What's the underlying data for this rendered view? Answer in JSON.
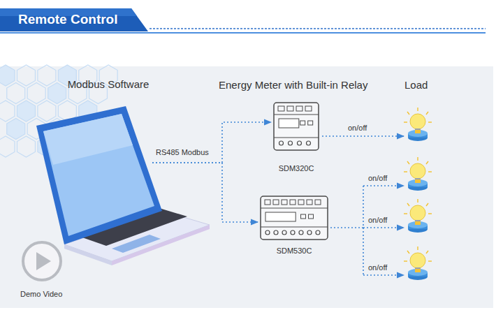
{
  "diagram": {
    "title": "Remote Control",
    "nodes": [
      {
        "text": [
          "Modbus Software"
        ]
      },
      {
        "text": [
          "SDM320C"
        ]
      },
      {
        "text": [
          "SDM530C"
        ]
      }
    ],
    "edges": [
      {
        "from": 0,
        "to": 1,
        "arrow": "to",
        "label": "RS485 Modbus"
      },
      {
        "from": 0,
        "to": 2,
        "arrow": "to"
      }
    ],
    "labels": [
      "Energy Meter with Built-in Relay",
      "Load",
      "on/off",
      "on/off",
      "on/off",
      "on/off",
      "Demo Video"
    ]
  }
}
